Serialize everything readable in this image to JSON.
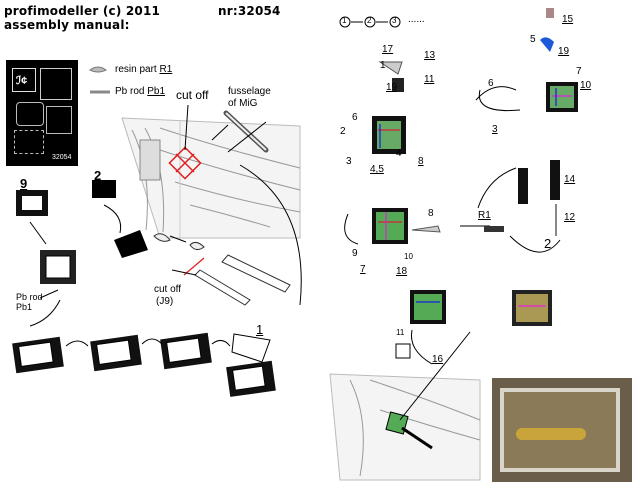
{
  "header": {
    "left_title": "profimodeller (c) 2011",
    "subtitle": "assembly manual:",
    "part_no": "nr:32054"
  },
  "legend": {
    "resin_label": "resin part",
    "resin_code": "R1",
    "pb_label": "Pb rod",
    "pb_code": "Pb1"
  },
  "fret_code": "32054",
  "left_annotations": {
    "cut_off_top": "cut off",
    "fuselage_line1": "fusselage",
    "fuselage_line2": "of MiG",
    "cut_off_bottom_line1": "cut off",
    "cut_off_bottom_line2": "(J9)",
    "pb_rod_line1": "Pb rod",
    "pb_rod_line2": "Pb1"
  },
  "left_numbers": {
    "n9": "9",
    "n2": "2",
    "n1": "1"
  },
  "right_sequence": {
    "s1": "1",
    "s2": "2",
    "s3": "3",
    "dots": "......"
  },
  "right_numbers": {
    "n15": "15",
    "n5": "5",
    "n19a": "19",
    "n17": "17",
    "n13": "13",
    "n1": "1",
    "n11": "11",
    "n19b": "19",
    "n6a": "6",
    "n7": "7",
    "n10a": "10",
    "n3": "3",
    "n6b": "6",
    "n2": "2",
    "n3b": "3",
    "n4": "4",
    "n45": "4,5",
    "n8a": "8",
    "n14": "14",
    "n12": "12",
    "n2b": "2",
    "r1": "R1",
    "n8b": "8",
    "n9": "9",
    "n7b": "7",
    "n10b": "10",
    "n18": "18",
    "n11b": "11",
    "n16": "16"
  },
  "colors": {
    "cut_red": "#e02020",
    "photo_bg": "#6a5e4a"
  }
}
